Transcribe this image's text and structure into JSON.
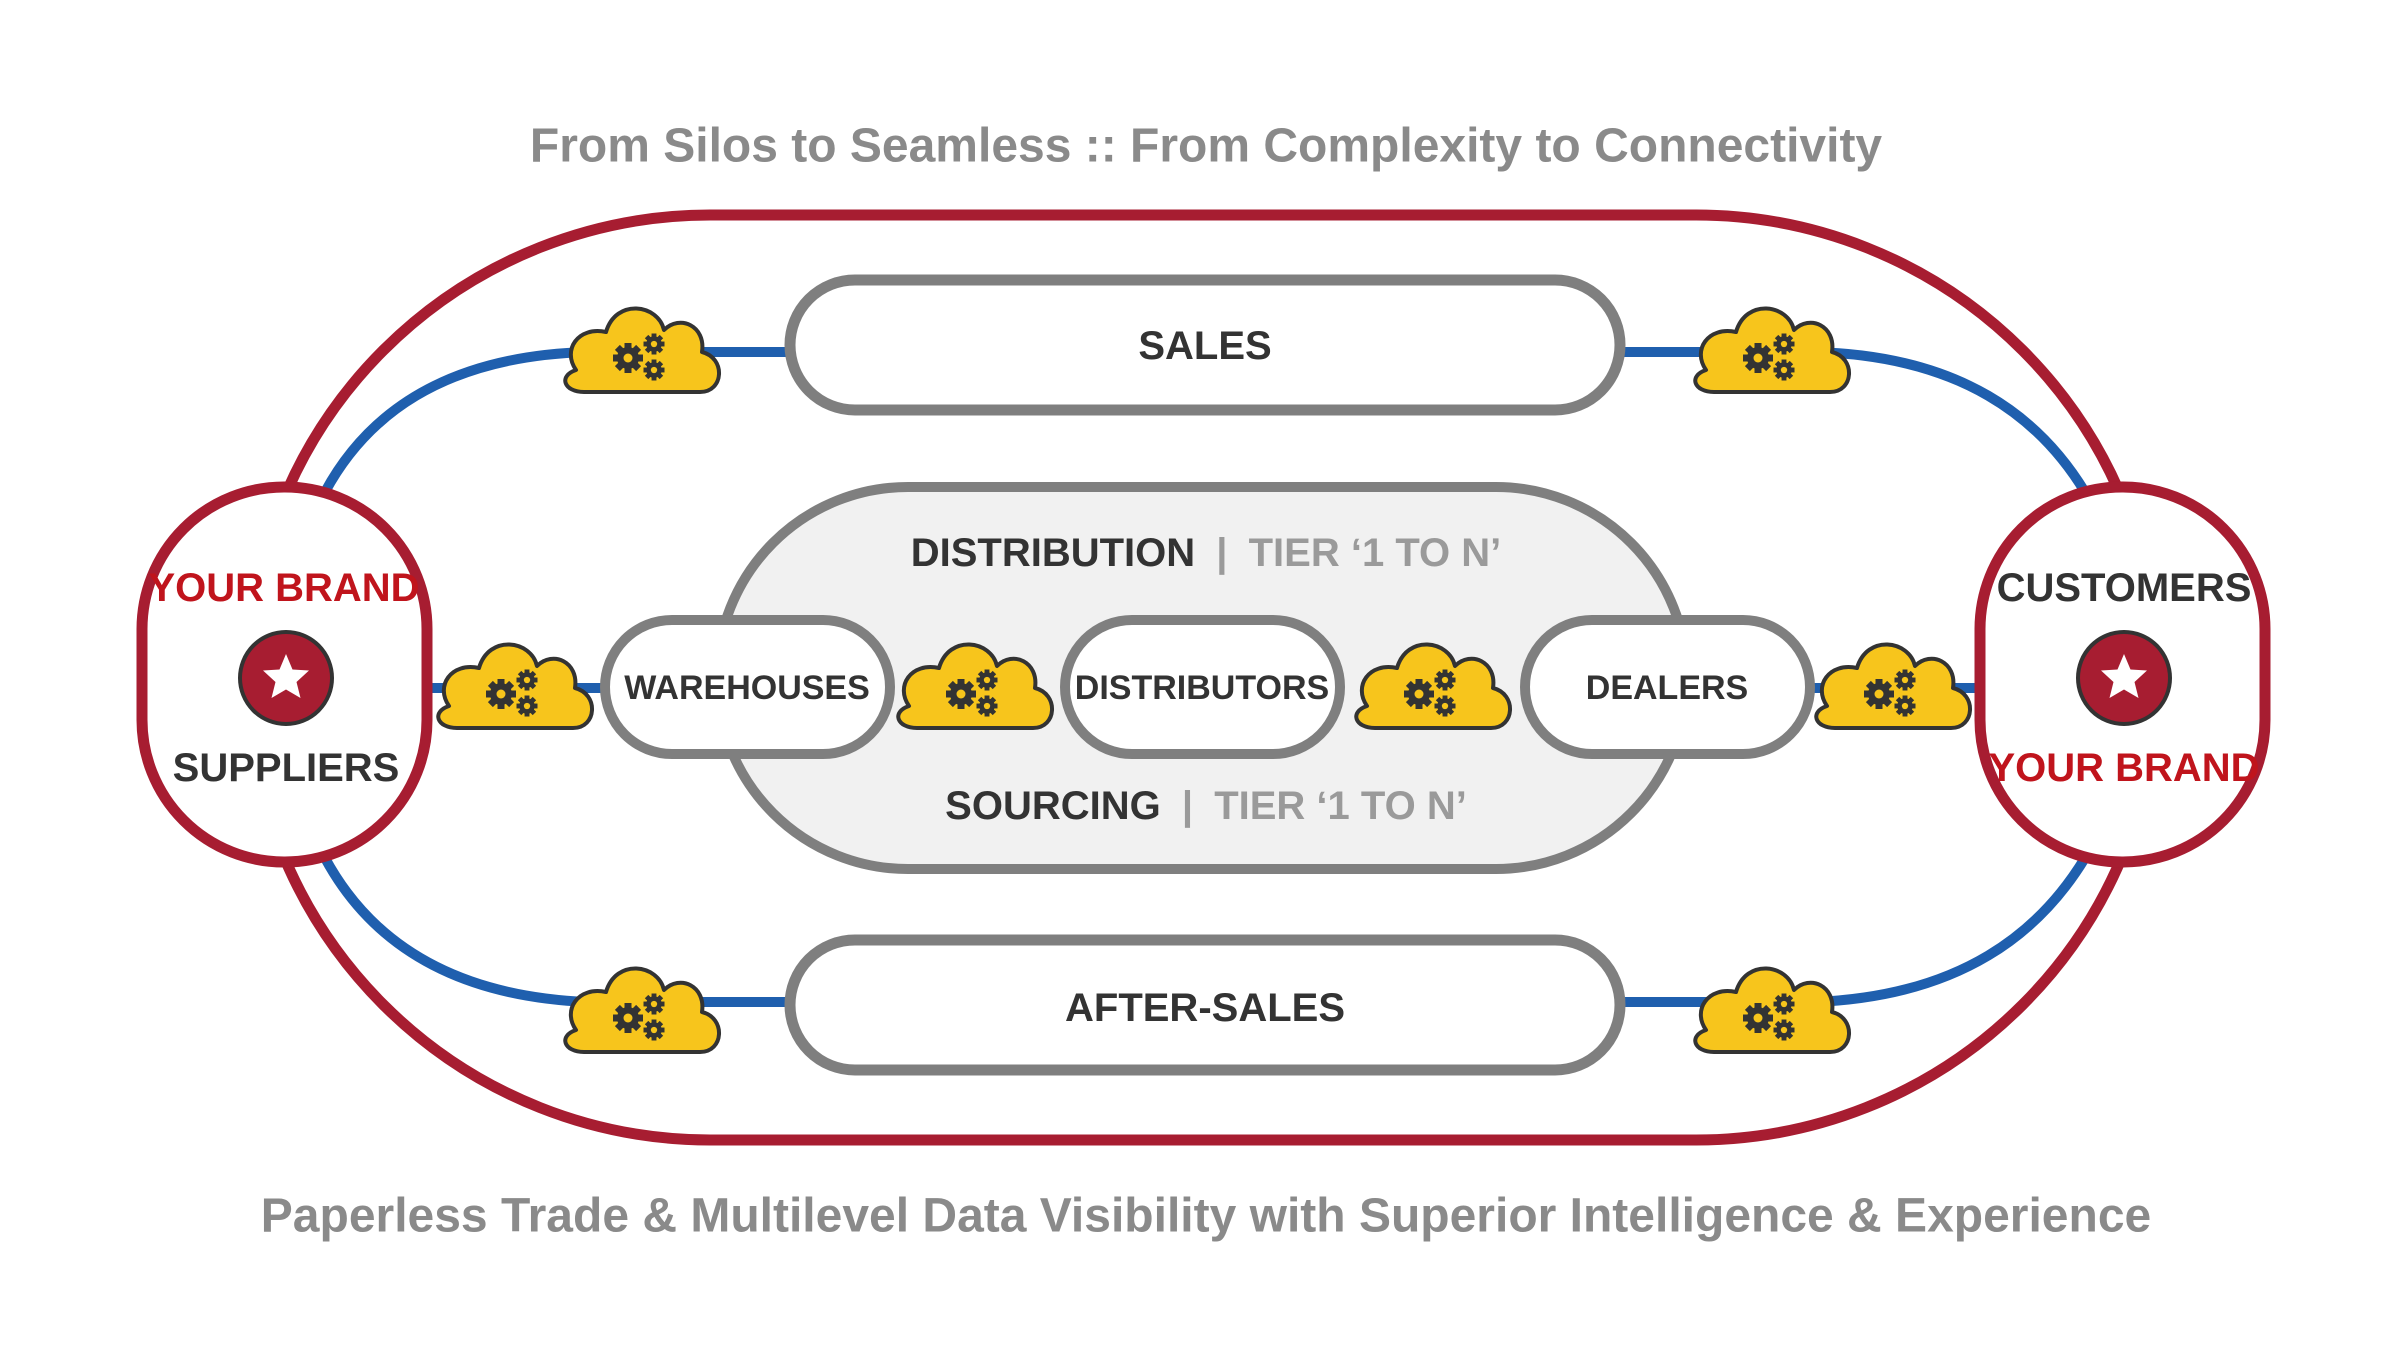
{
  "title": "From Silos to Seamless :: From Complexity to Connectivity",
  "footer": "Paperless Trade & Multilevel Data Visibility with Superior Intelligence & Experience",
  "left_node": {
    "top": "YOUR BRAND",
    "bottom": "SUPPLIERS"
  },
  "right_node": {
    "top": "CUSTOMERS",
    "bottom": "YOUR BRAND"
  },
  "sales": "SALES",
  "after_sales": "AFTER-SALES",
  "distribution": {
    "name": "DISTRIBUTION",
    "separator": "|",
    "tier": "TIER ‘1 TO N’"
  },
  "sourcing": {
    "name": "SOURCING",
    "separator": "|",
    "tier": "TIER ‘1 TO N’"
  },
  "warehouses": "WAREHOUSES",
  "distributors": "DISTRIBUTORS",
  "dealers": "DEALERS",
  "colors": {
    "brand_red": "#a71d31",
    "brand_label_red": "#c0141c",
    "connector_blue": "#1f5fae",
    "cloud_yellow": "#f7c51c",
    "box_grey": "#7f7f7f",
    "panel_fill": "#f1f1f1",
    "title_grey": "#8a8a8a"
  },
  "icons": [
    "cloud-gear-icon",
    "star-badge-icon"
  ]
}
